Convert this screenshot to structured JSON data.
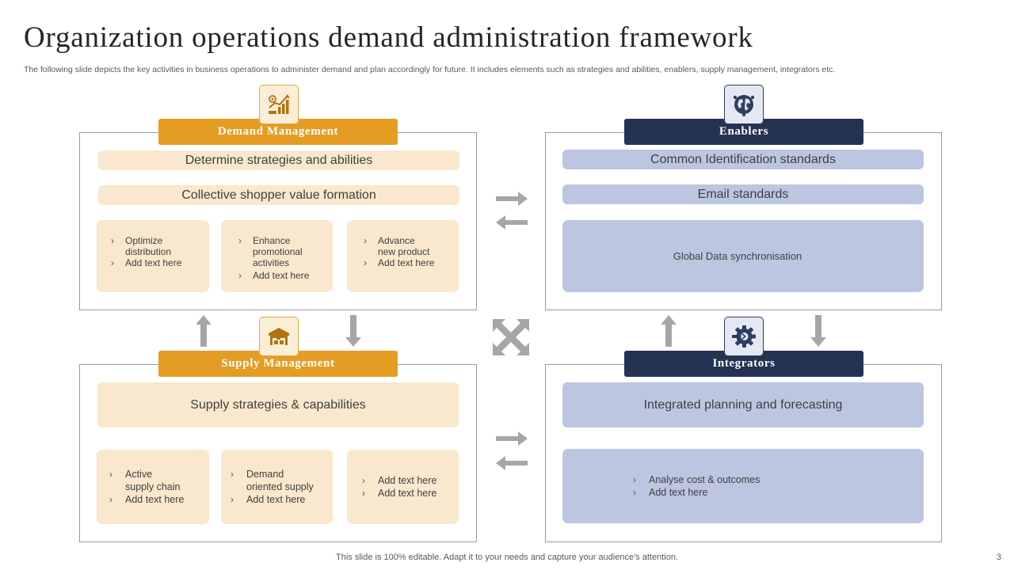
{
  "slide": {
    "title": "Organization operations demand administration framework",
    "subtitle": "The following slide depicts the key activities in business operations to administer demand and plan accordingly for future. It includes elements such as strategies and abilities, enablers, supply management, integrators etc.",
    "footer": "This slide is 100% editable. Adapt it to your needs and capture your audience's attention.",
    "page_number": "3"
  },
  "colors": {
    "gold": "#e49c22",
    "navy": "#243352",
    "light_gold": "#f9e8cd",
    "light_blue": "#bcc6e0",
    "arrow_gray": "#a6a6a6"
  },
  "demand": {
    "header": "Demand Management",
    "icon": "growth-chart-icon",
    "rows": [
      "Determine strategies and abilities",
      "Collective shopper value formation"
    ],
    "cards": [
      [
        "Optimize\ndistribution",
        "Add text here"
      ],
      [
        "Enhance\npromotional\nactivities",
        "Add text here"
      ],
      [
        "Advance\nnew product",
        "Add text here"
      ]
    ]
  },
  "enablers": {
    "header": "Enablers",
    "icon": "global-network-icon",
    "rows": [
      "Common Identification standards",
      "Email standards"
    ],
    "box": "Global Data synchronisation"
  },
  "supply": {
    "header": "Supply Management",
    "icon": "warehouse-icon",
    "row": "Supply strategies & capabilities",
    "cards": [
      [
        "Active\nsupply chain",
        "Add text here"
      ],
      [
        "Demand\noriented supply",
        "Add text here"
      ],
      [
        "Add text here",
        "Add text here"
      ]
    ]
  },
  "integrators": {
    "header": "Integrators",
    "icon": "gear-arrow-icon",
    "row": "Integrated planning and forecasting",
    "bullets": [
      "Analyse cost & outcomes",
      "Add text here"
    ]
  }
}
